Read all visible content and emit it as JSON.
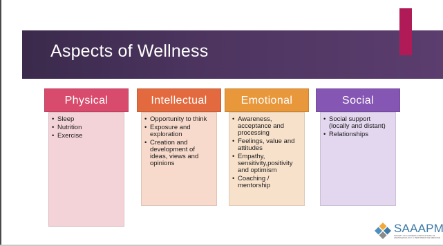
{
  "slide": {
    "title": "Aspects of Wellness",
    "columns": [
      {
        "heading": "Physical",
        "head_color": "#d94b6d",
        "body_color": "#f3d3d8",
        "items": [
          "Sleep",
          "Nutrition",
          "Exercise"
        ]
      },
      {
        "heading": "Intellectual",
        "head_color": "#e36a3e",
        "body_color": "#f7dacb",
        "items": [
          "Opportunity to think",
          "Exposure and exploration",
          "Creation and development of ideas, views and opinions"
        ]
      },
      {
        "heading": "Emotional",
        "head_color": "#e8973a",
        "body_color": "#f8e1cb",
        "items": [
          "Awareness, acceptance and processing",
          "Feelings, value and attitudes",
          "Empathy, sensitivity,positivity and optimism",
          "Coaching / mentorship"
        ]
      },
      {
        "heading": "Social",
        "head_color": "#8656b4",
        "body_color": "#e3d6ef",
        "items": [
          "Social support (locally and distant)",
          "Relationships"
        ]
      }
    ]
  },
  "logo": {
    "name": "SAAAPM",
    "subtitle_line1": "SOCIETY OF ACADEMIC ASSOCIATIONS OF",
    "subtitle_line2": "ANESTHESIOLOGY & PERIOPERATIVE MEDICINE"
  }
}
